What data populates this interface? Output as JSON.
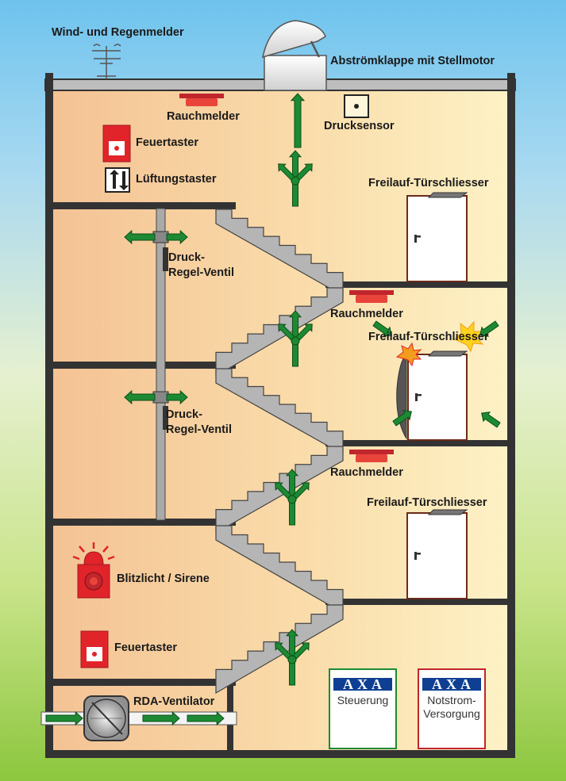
{
  "labels": {
    "wind": "Wind- und Regenmelder",
    "vent_flap": "Abströmklappe mit Stellmotor",
    "smoke_top": "Rauchmelder",
    "pressure_sensor": "Drucksensor",
    "fire_button_top": "Feuertaster",
    "vent_button": "Lüftungstaster",
    "door_closer_top": "Freilauf-Türschliesser",
    "pressure_valve_upper": "Druck-\nRegel-Ventil",
    "smoke_mid": "Rauchmelder",
    "door_closer_mid": "Freilauf-Türschliesser",
    "pressure_valve_lower": "Druck-\nRegel-Ventil",
    "smoke_low": "Rauchmelder",
    "door_closer_low": "Freilauf-Türschliesser",
    "strobe": "Blitzlicht / Sirene",
    "fire_button_bottom": "Feuertaster",
    "fan": "RDA-Ventilator"
  },
  "axa_boxes": {
    "control": {
      "logo": "AXA",
      "label": "Steuerung"
    },
    "power": {
      "logo": "AXA",
      "label": "Notstrom-\nVersorgung"
    }
  },
  "colors": {
    "wall": "#333333",
    "interior_left": "#f4c294",
    "interior_right": "#fdf2c6",
    "arrow_green": "#1d8a33",
    "alarm_red": "#e0242a",
    "axa_blue": "#0e3f92",
    "axa_green_border": "#1d8a33",
    "axa_red_border": "#c0262c"
  }
}
